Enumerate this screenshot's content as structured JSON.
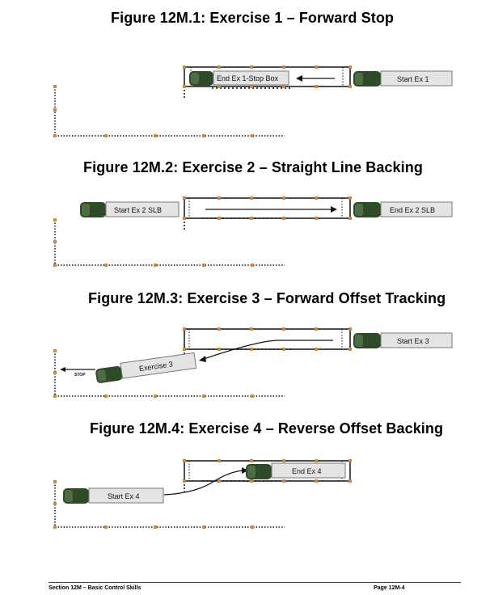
{
  "figures": [
    {
      "title": "Figure 12M.1: Exercise 1 – Forward Stop",
      "labels": {
        "end": "End Ex 1-Stop Box",
        "start": "Start Ex 1"
      }
    },
    {
      "title": "Figure 12M.2: Exercise 2 – Straight Line Backing",
      "labels": {
        "start": "Start Ex 2 SLB",
        "end": "End Ex 2 SLB"
      }
    },
    {
      "title": "Figure 12M.3: Exercise 3 – Forward Offset Tracking",
      "labels": {
        "start": "Start Ex 3",
        "moving": "Exercise 3",
        "stop": "STOP"
      }
    },
    {
      "title": "Figure 12M.4: Exercise 4 – Reverse Offset Backing",
      "labels": {
        "start": "Start Ex 4",
        "end": "End Ex 4"
      }
    }
  ],
  "footer": {
    "left": "Section 12M – Basic Control Skills",
    "right": "Page 12M-4"
  },
  "colors": {
    "cone": "#d08a2e",
    "truck": "#2f4a28",
    "trailer": "#e4e4e4",
    "line": "#111111"
  }
}
